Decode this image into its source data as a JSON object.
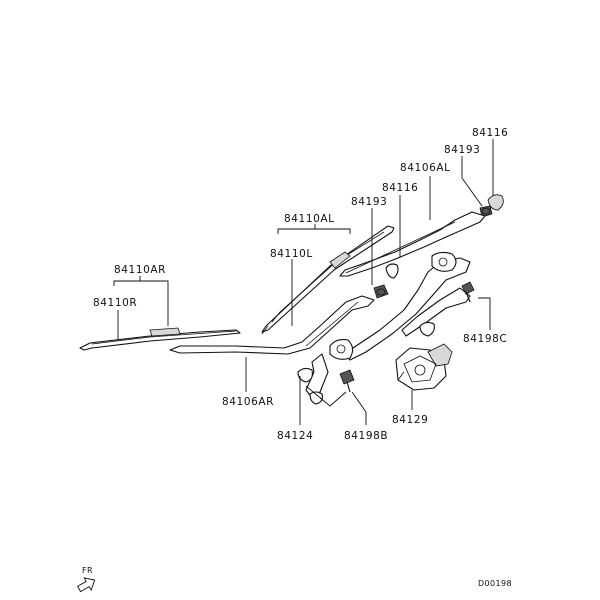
{
  "labels": {
    "p84116_top": "84116",
    "p84193_top": "84193",
    "p84106AL": "84106AL",
    "p84116_mid": "84116",
    "p84193_mid": "84193",
    "p84110AL": "84110AL",
    "p84110L": "84110L",
    "p84110AR": "84110AR",
    "p84110R": "84110R",
    "p84198C": "84198C",
    "p84106AR": "84106AR",
    "p84124": "84124",
    "p84198B": "84198B",
    "p84129": "84129"
  },
  "front_indicator": "FR",
  "diagram_code": "D00198"
}
